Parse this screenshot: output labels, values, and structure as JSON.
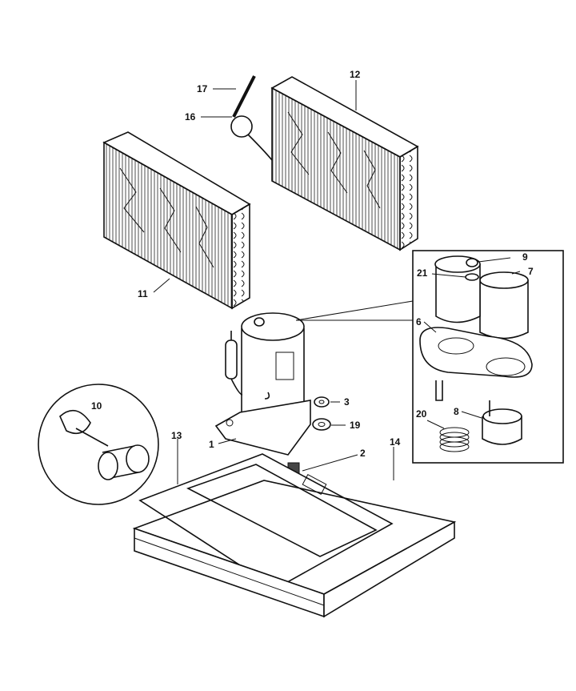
{
  "diagram": {
    "callouts": [
      {
        "id": "c1",
        "label": "1"
      },
      {
        "id": "c2",
        "label": "2"
      },
      {
        "id": "c3",
        "label": "3"
      },
      {
        "id": "c6",
        "label": "6"
      },
      {
        "id": "c7",
        "label": "7"
      },
      {
        "id": "c8",
        "label": "8"
      },
      {
        "id": "c9",
        "label": "9"
      },
      {
        "id": "c10",
        "label": "10"
      },
      {
        "id": "c11",
        "label": "11"
      },
      {
        "id": "c12",
        "label": "12"
      },
      {
        "id": "c13",
        "label": "13"
      },
      {
        "id": "c14",
        "label": "14"
      },
      {
        "id": "c16",
        "label": "16"
      },
      {
        "id": "c17",
        "label": "17"
      },
      {
        "id": "c19",
        "label": "19"
      },
      {
        "id": "c20",
        "label": "20"
      },
      {
        "id": "c21",
        "label": "21"
      }
    ]
  }
}
